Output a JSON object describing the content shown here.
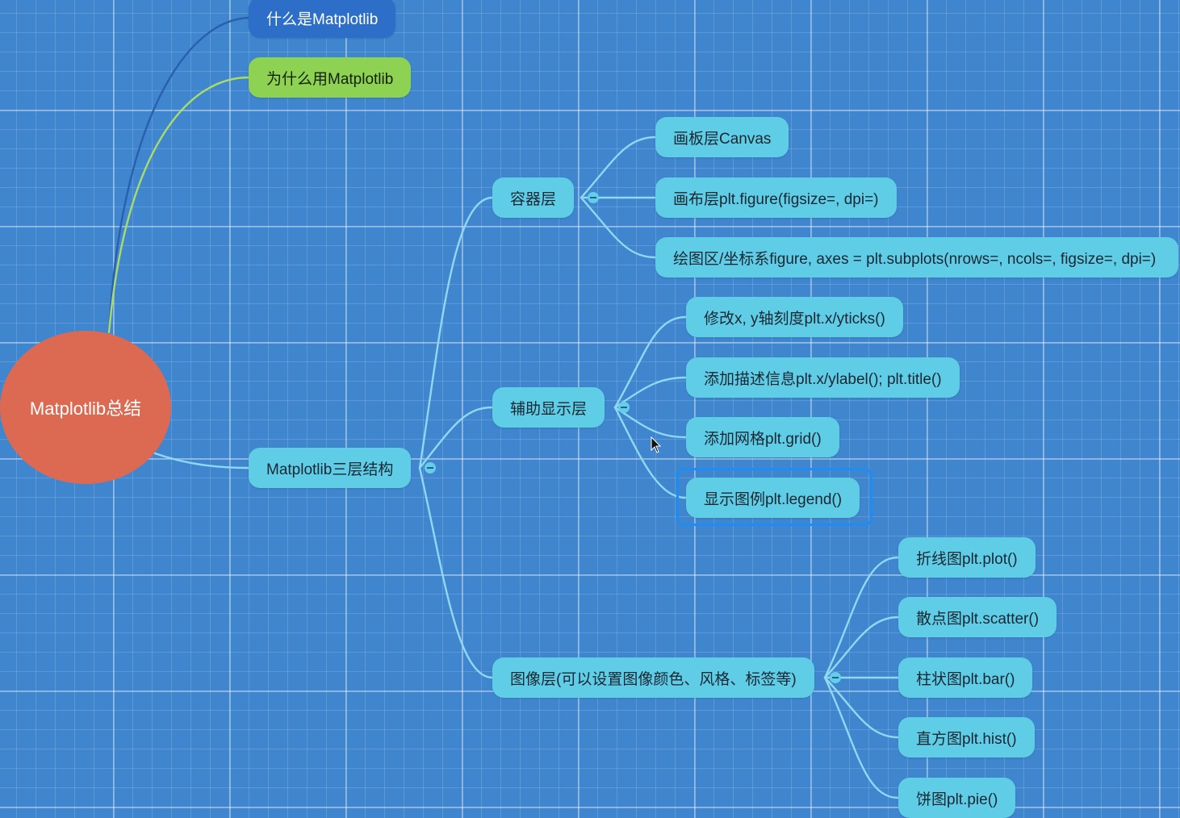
{
  "root": {
    "label": "Matplotlib总结",
    "color": "#dc6a52"
  },
  "branches": {
    "what": "什么是Matplotlib",
    "why": "为什么用Matplotlib",
    "structure": "Matplotlib三层结构"
  },
  "layers": {
    "container": {
      "label": "容器层",
      "children": [
        "画板层Canvas",
        "画布层plt.figure(figsize=, dpi=)",
        "绘图区/坐标系figure, axes = plt.subplots(nrows=, ncols=, figsize=, dpi=)"
      ]
    },
    "auxiliary": {
      "label": "辅助显示层",
      "children": [
        "修改x, y轴刻度plt.x/yticks()",
        "添加描述信息plt.x/ylabel(); plt.title()",
        "添加网格plt.grid()",
        "显示图例plt.legend()"
      ]
    },
    "image": {
      "label": "图像层(可以设置图像颜色、风格、标签等)",
      "children": [
        "折线图plt.plot()",
        "散点图plt.scatter()",
        "柱状图plt.bar()",
        "直方图plt.hist()",
        "饼图plt.pie()"
      ]
    }
  },
  "colors": {
    "background": "#3f86cf",
    "node": "#5fcde6",
    "node_dark": "#2d6fc8",
    "node_green": "#8ed253",
    "link": "#8fd8f0",
    "selection": "#1e8cf2"
  },
  "selected_node": "显示图例plt.legend()"
}
